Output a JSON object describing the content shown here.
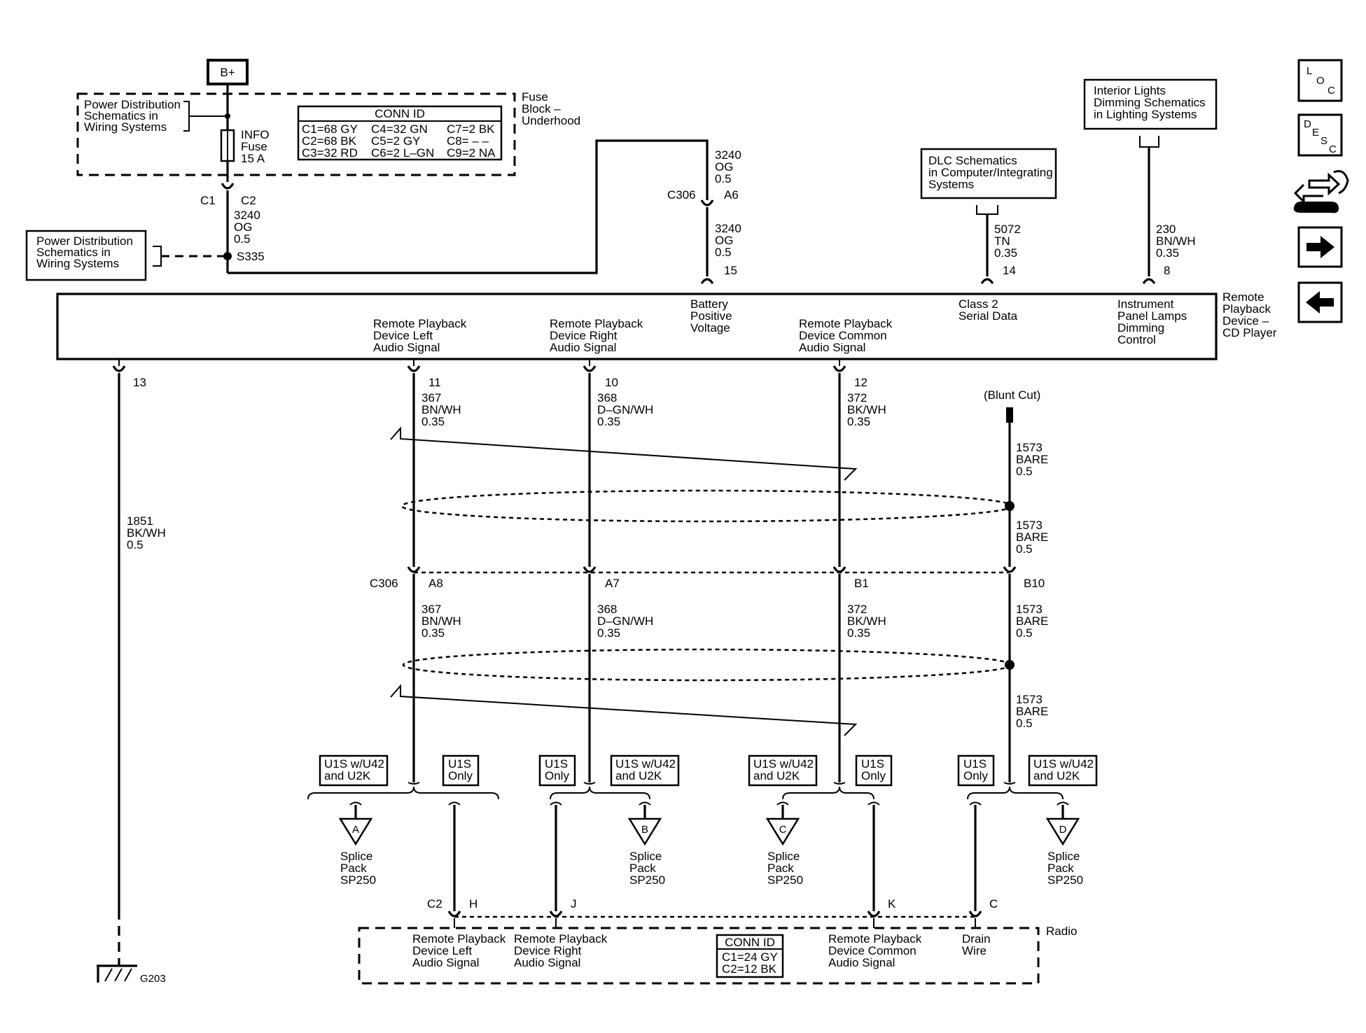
{
  "supply": {
    "b_plus": "B+",
    "fuse_block_ref": [
      "Power Distribution",
      "Schematics in",
      "Wiring Systems"
    ],
    "fuse_block_name": [
      "Fuse",
      "Block –",
      "Underhood"
    ],
    "fuse": [
      "INFO",
      "Fuse",
      "15 A"
    ],
    "conn_id": {
      "title": "CONN ID",
      "rows": [
        [
          "C1=68 GY",
          "C4=32 GN",
          "C7=2 BK"
        ],
        [
          "C2=68 BK",
          "C5=2 GY",
          "C8= – –"
        ],
        [
          "C3=32 RD",
          "C6=2 L–GN",
          "C9=2 NA"
        ]
      ]
    },
    "connector_c1": "C1",
    "connector_c2": "C2",
    "wire_fuse_out": [
      "3240",
      "OG",
      "0.5"
    ],
    "splice_ref": [
      "Power Distribution",
      "Schematics in",
      "Wiring Systems"
    ],
    "splice": "S335",
    "wire_top": [
      "3240",
      "OG",
      "0.5"
    ],
    "c306_label": "C306",
    "c306_pin": "A6",
    "wire_bottom": [
      "3240",
      "OG",
      "0.5"
    ]
  },
  "dlc": {
    "ref": [
      "DLC Schematics",
      "in Computer/Integrating",
      "Systems"
    ],
    "wire": [
      "5072",
      "TN",
      "0.35"
    ]
  },
  "dimming": {
    "ref": [
      "Interior Lights",
      "Dimming Schematics",
      "in Lighting Systems"
    ],
    "wire": [
      "230",
      "BN/WH",
      "0.35"
    ]
  },
  "device": {
    "name": [
      "Remote",
      "Playback",
      "Device –",
      "CD Player"
    ],
    "pins": {
      "p15": "15",
      "p14": "14",
      "p8": "8",
      "p13": "13",
      "p11": "11",
      "p10": "10",
      "p12": "12"
    },
    "labels": {
      "battery": [
        "Battery",
        "Positive",
        "Voltage"
      ],
      "class2": [
        "Class 2",
        "Serial Data"
      ],
      "dimming": [
        "Instrument",
        "Panel Lamps",
        "Dimming",
        "Control"
      ],
      "left": [
        "Remote Playback",
        "Device Left",
        "Audio Signal"
      ],
      "right": [
        "Remote Playback",
        "Device Right",
        "Audio Signal"
      ],
      "common": [
        "Remote Playback",
        "Device Common",
        "Audio Signal"
      ]
    }
  },
  "ground_wire": [
    "1851",
    "BK/WH",
    "0.5"
  ],
  "ground": "G203",
  "left_wire_a": [
    "367",
    "BN/WH",
    "0.35"
  ],
  "right_wire_a": [
    "368",
    "D–GN/WH",
    "0.35"
  ],
  "common_wire_a": [
    "372",
    "BK/WH",
    "0.35"
  ],
  "blunt_cut": "(Blunt Cut)",
  "drain_wire_1": [
    "1573",
    "BARE",
    "0.5"
  ],
  "drain_wire_2": [
    "1573",
    "BARE",
    "0.5"
  ],
  "c306_mid": {
    "label": "C306",
    "pins": [
      "A8",
      "A7",
      "B1",
      "B10"
    ]
  },
  "left_wire_b": [
    "367",
    "BN/WH",
    "0.35"
  ],
  "right_wire_b": [
    "368",
    "D–GN/WH",
    "0.35"
  ],
  "common_wire_b": [
    "372",
    "BK/WH",
    "0.35"
  ],
  "drain_wire_3": [
    "1573",
    "BARE",
    "0.5"
  ],
  "drain_wire_4": [
    "1573",
    "BARE",
    "0.5"
  ],
  "options": {
    "with": [
      "U1S w/U42",
      "and U2K"
    ],
    "only": [
      "U1S",
      "Only"
    ]
  },
  "splices": {
    "letters": [
      "A",
      "B",
      "C",
      "D"
    ],
    "label": [
      "Splice",
      "Pack",
      "SP250"
    ]
  },
  "radio": {
    "name": "Radio",
    "connector": "C2",
    "pins": [
      "H",
      "J",
      "K",
      "C"
    ],
    "labels": {
      "left": [
        "Remote Playback",
        "Device Left",
        "Audio Signal"
      ],
      "right": [
        "Remote Playback",
        "Device Right",
        "Audio Signal"
      ],
      "common": [
        "Remote Playback",
        "Device Common",
        "Audio Signal"
      ],
      "drain": [
        "Drain",
        "Wire"
      ]
    },
    "conn_id": {
      "title": "CONN ID",
      "rows": [
        "C1=24 GY",
        "C2=12 BK"
      ]
    }
  },
  "nav": {
    "loc": [
      "L",
      "O",
      "C"
    ],
    "desc": [
      "D",
      "E",
      "S",
      "C"
    ],
    "connector_icon": "connector-wrench-icon",
    "next_icon": "arrow-right-icon",
    "prev_icon": "arrow-left-icon"
  }
}
